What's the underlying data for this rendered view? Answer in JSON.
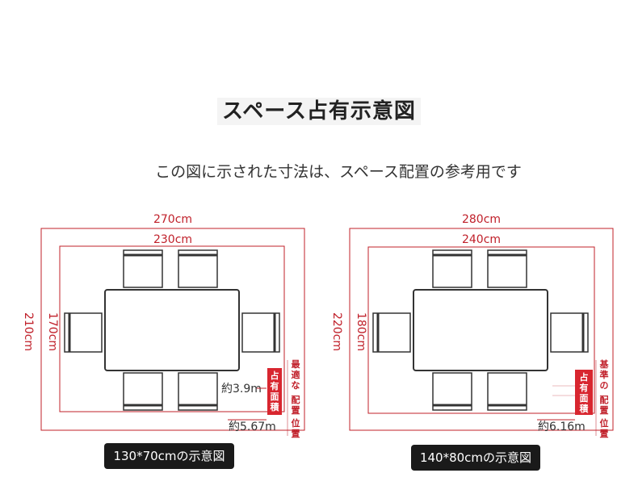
{
  "title": "スペース占有示意図",
  "subtitle": "この図に示された寸法は、スペース配置の参考用です",
  "colors": {
    "dimension": "#c0202a",
    "furniture": "#333333",
    "caption_bg": "#1a1a1a"
  },
  "diagrams": [
    {
      "outer_width": "270cm",
      "inner_width": "230cm",
      "outer_height": "210cm",
      "inner_height": "170cm",
      "depth_label": "約3.9m",
      "area_label": "約5.67m",
      "area_box": [
        "占",
        "有",
        "面",
        "積"
      ],
      "side_note": [
        "最",
        "適",
        "な",
        "配",
        "置",
        "位",
        "置"
      ],
      "caption": "130*70cmの示意図"
    },
    {
      "outer_width": "280cm",
      "inner_width": "240cm",
      "outer_height": "220cm",
      "inner_height": "180cm",
      "depth_label": "",
      "area_label": "約6.16m",
      "area_box": [
        "占",
        "有",
        "面",
        "積"
      ],
      "side_note": [
        "基",
        "準",
        "の",
        "配",
        "置",
        "位",
        "置"
      ],
      "caption": "140*80cmの示意図"
    }
  ]
}
